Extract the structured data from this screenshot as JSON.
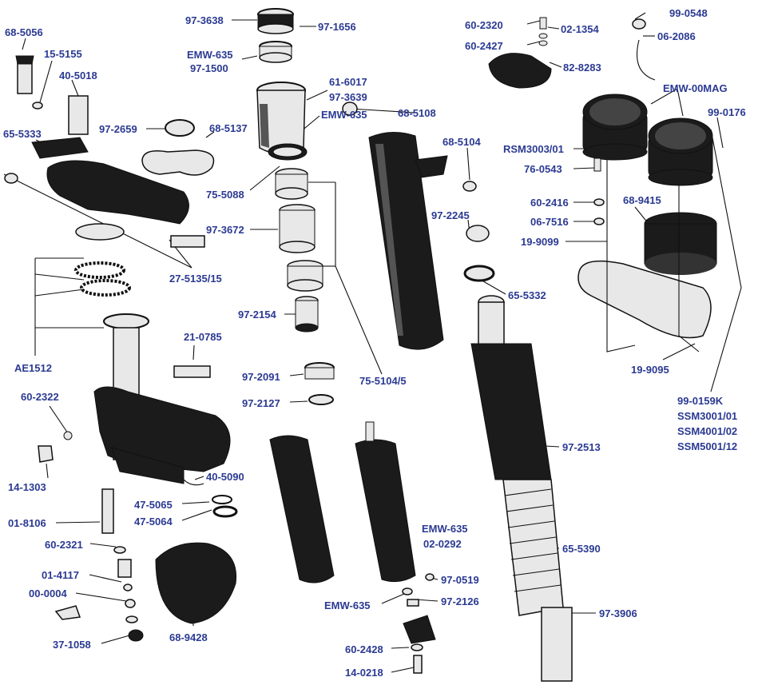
{
  "labels": {
    "l_97_3638": "97-3638",
    "l_97_1656": "97-1656",
    "l_emw635_a": "EMW-635",
    "l_97_1500": "97-1500",
    "l_60_2320": "60-2320",
    "l_02_1354": "02-1354",
    "l_60_2427": "60-2427",
    "l_82_8283": "82-8283",
    "l_99_0548": "99-0548",
    "l_06_2086": "06-2086",
    "l_68_5056": "68-5056",
    "l_15_5155": "15-5155",
    "l_40_5018": "40-5018",
    "l_65_5333": "65-5333",
    "l_97_2659": "97-2659",
    "l_68_5137": "68-5137",
    "l_61_6017": "61-6017",
    "l_97_3639": "97-3639",
    "l_emw635_b": "EMW-635",
    "l_68_5108": "68-5108",
    "l_68_5104": "68-5104",
    "l_emw00mag": "EMW-00MAG",
    "l_99_0176": "99-0176",
    "l_rsm3003": "RSM3003/01",
    "l_76_0543": "76-0543",
    "l_75_5088": "75-5088",
    "l_60_2416": "60-2416",
    "l_06_7516": "06-7516",
    "l_68_9415": "68-9415",
    "l_97_2245": "97-2245",
    "l_19_9099": "19-9099",
    "l_97_3672": "97-3672",
    "l_27_5135": "27-5135/15",
    "l_65_5332": "65-5332",
    "l_97_2154": "97-2154",
    "l_21_0785": "21-0785",
    "l_19_9095": "19-9095",
    "l_ae1512": "AE1512",
    "l_97_2091": "97-2091",
    "l_75_5104": "75-5104/5",
    "l_99_0159k": "99-0159K",
    "l_60_2322": "60-2322",
    "l_97_2127": "97-2127",
    "l_ssm3001": "SSM3001/01",
    "l_ssm4001": "SSM4001/02",
    "l_ssm5001": "SSM5001/12",
    "l_97_2513": "97-2513",
    "l_14_1303": "14-1303",
    "l_40_5090": "40-5090",
    "l_47_5065": "47-5065",
    "l_47_5064": "47-5064",
    "l_01_8106": "01-8106",
    "l_emw635_c": "EMW-635",
    "l_02_0292": "02-0292",
    "l_60_2321": "60-2321",
    "l_65_5390": "65-5390",
    "l_01_4117": "01-4117",
    "l_97_0519": "97-0519",
    "l_00_0004": "00-0004",
    "l_emw635_d": "EMW-635",
    "l_97_2126": "97-2126",
    "l_97_3906": "97-3906",
    "l_68_9428": "68-9428",
    "l_37_1058": "37-1058",
    "l_60_2428": "60-2428",
    "l_14_0218": "14-0218"
  },
  "colors": {
    "label": "#2b3a92",
    "ink": "#1b1b1b"
  }
}
